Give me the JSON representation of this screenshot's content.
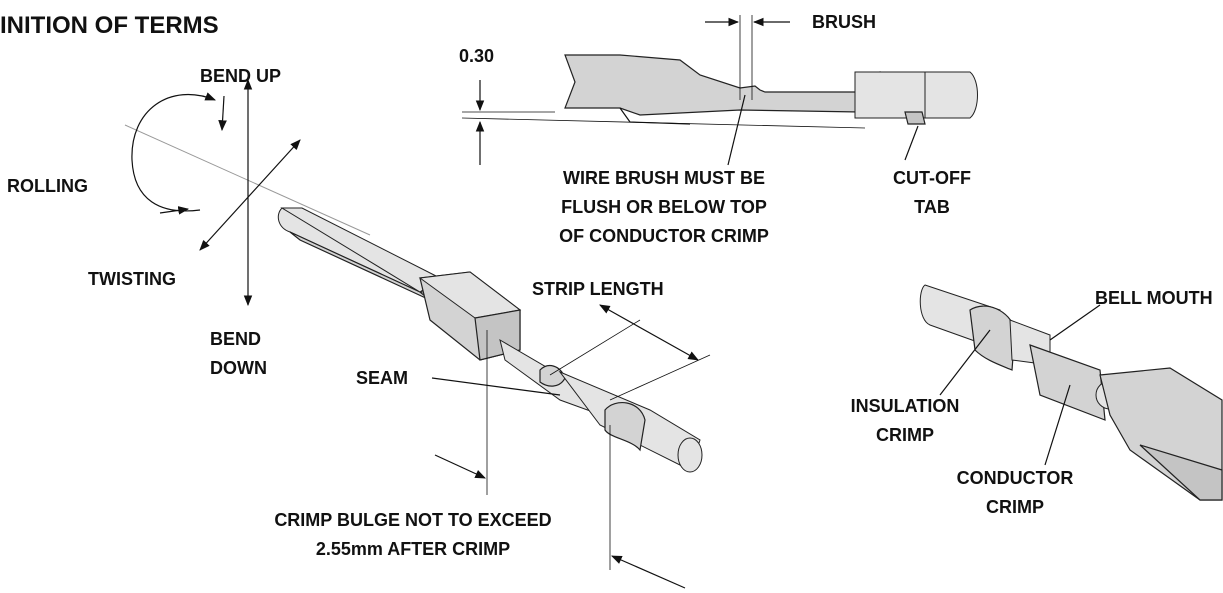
{
  "title": "INITION OF TERMS",
  "axes": {
    "bend_up": "BEND UP",
    "bend_down_1": "BEND",
    "bend_down_2": "DOWN",
    "rolling": "ROLLING",
    "twisting": "TWISTING"
  },
  "side_view": {
    "brush": "BRUSH",
    "dimension": "0.30",
    "wire_brush_1": "WIRE BRUSH MUST BE",
    "wire_brush_2": "FLUSH OR BELOW TOP",
    "wire_brush_3": "OF CONDUCTOR CRIMP",
    "cutoff_1": "CUT-OFF",
    "cutoff_2": "TAB"
  },
  "iso_view": {
    "strip_length": "STRIP LENGTH",
    "seam": "SEAM",
    "bulge_1": "CRIMP BULGE NOT TO EXCEED",
    "bulge_2": "2.55mm AFTER CRIMP"
  },
  "right_view": {
    "bell_mouth": "BELL MOUTH",
    "insulation_1": "INSULATION",
    "insulation_2": "CRIMP",
    "conductor_1": "CONDUCTOR",
    "conductor_2": "CRIMP"
  }
}
